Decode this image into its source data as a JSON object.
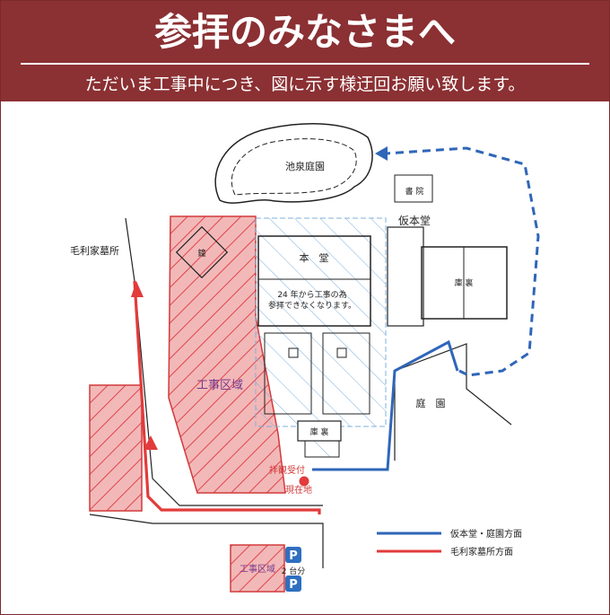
{
  "header": {
    "title": "参拝のみなさまへ",
    "subtitle": "ただいま工事中につき、図に示す様迂回お願い致します。",
    "background_color": "#8b3033"
  },
  "map": {
    "labels": {
      "pond_garden": "池泉庭園",
      "library": "書 院",
      "temporary_hall": "仮本堂",
      "main_hall": "本　堂",
      "notice_line1": "24 年から工事の為",
      "notice_line2": "参拝できなくなります。",
      "storehouse_east": "庫 裏",
      "storehouse_gate": "庫 裏",
      "garden": "庭　園",
      "mori_graves": "毛利家墓所",
      "bell": "鐘",
      "construction_area": "工事区域",
      "construction_area_small": "工事区域",
      "reception": "拝観受付",
      "current_location": "現在地",
      "parking_icon": "P",
      "parking_capacity": "2 台分"
    },
    "legend": [
      {
        "label": "仮本堂・庭園方面",
        "color": "#2f66b8"
      },
      {
        "label": "毛利家墓所方面",
        "color": "#e23b3b"
      }
    ],
    "colors": {
      "construction_fill": "#f2b8b8",
      "construction_hatch": "#e0444c",
      "blue_route": "#2f66b8",
      "red_route": "#e23b3b",
      "parking": "#2f6fc0"
    }
  }
}
